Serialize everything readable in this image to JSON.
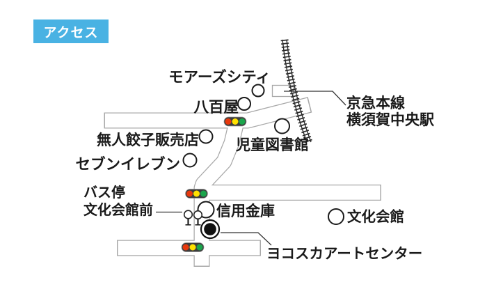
{
  "badge": {
    "label": "アクセス"
  },
  "map": {
    "labels": {
      "moers_city": "モアーズシティ",
      "yaoya": "八百屋",
      "keikyu_line": "京急本線",
      "station_name": "横須賀中央駅",
      "gyoza_shop": "無人餃子販売店",
      "childrens_library": "児童図書館",
      "seven_eleven": "セブンイレブン",
      "bus_stop_line1": "バス停",
      "bus_stop_line2": "文化会館前",
      "shinkin_bank": "信用金庫",
      "bunka_kaikan": "文化会館",
      "art_center": "ヨコスカアートセンター"
    }
  },
  "colors": {
    "badge_blue": "#49b2e3",
    "signal_red": "#e8380d",
    "signal_yellow": "#ffe100",
    "signal_green": "#1ba54c",
    "signal_body": "#3d3d3d",
    "road_border": "#a8a8a8",
    "railway": "#2b2b2b",
    "text": "#1a1a1a",
    "marker_fill": "#ffffff",
    "destination_fill": "#111111"
  }
}
